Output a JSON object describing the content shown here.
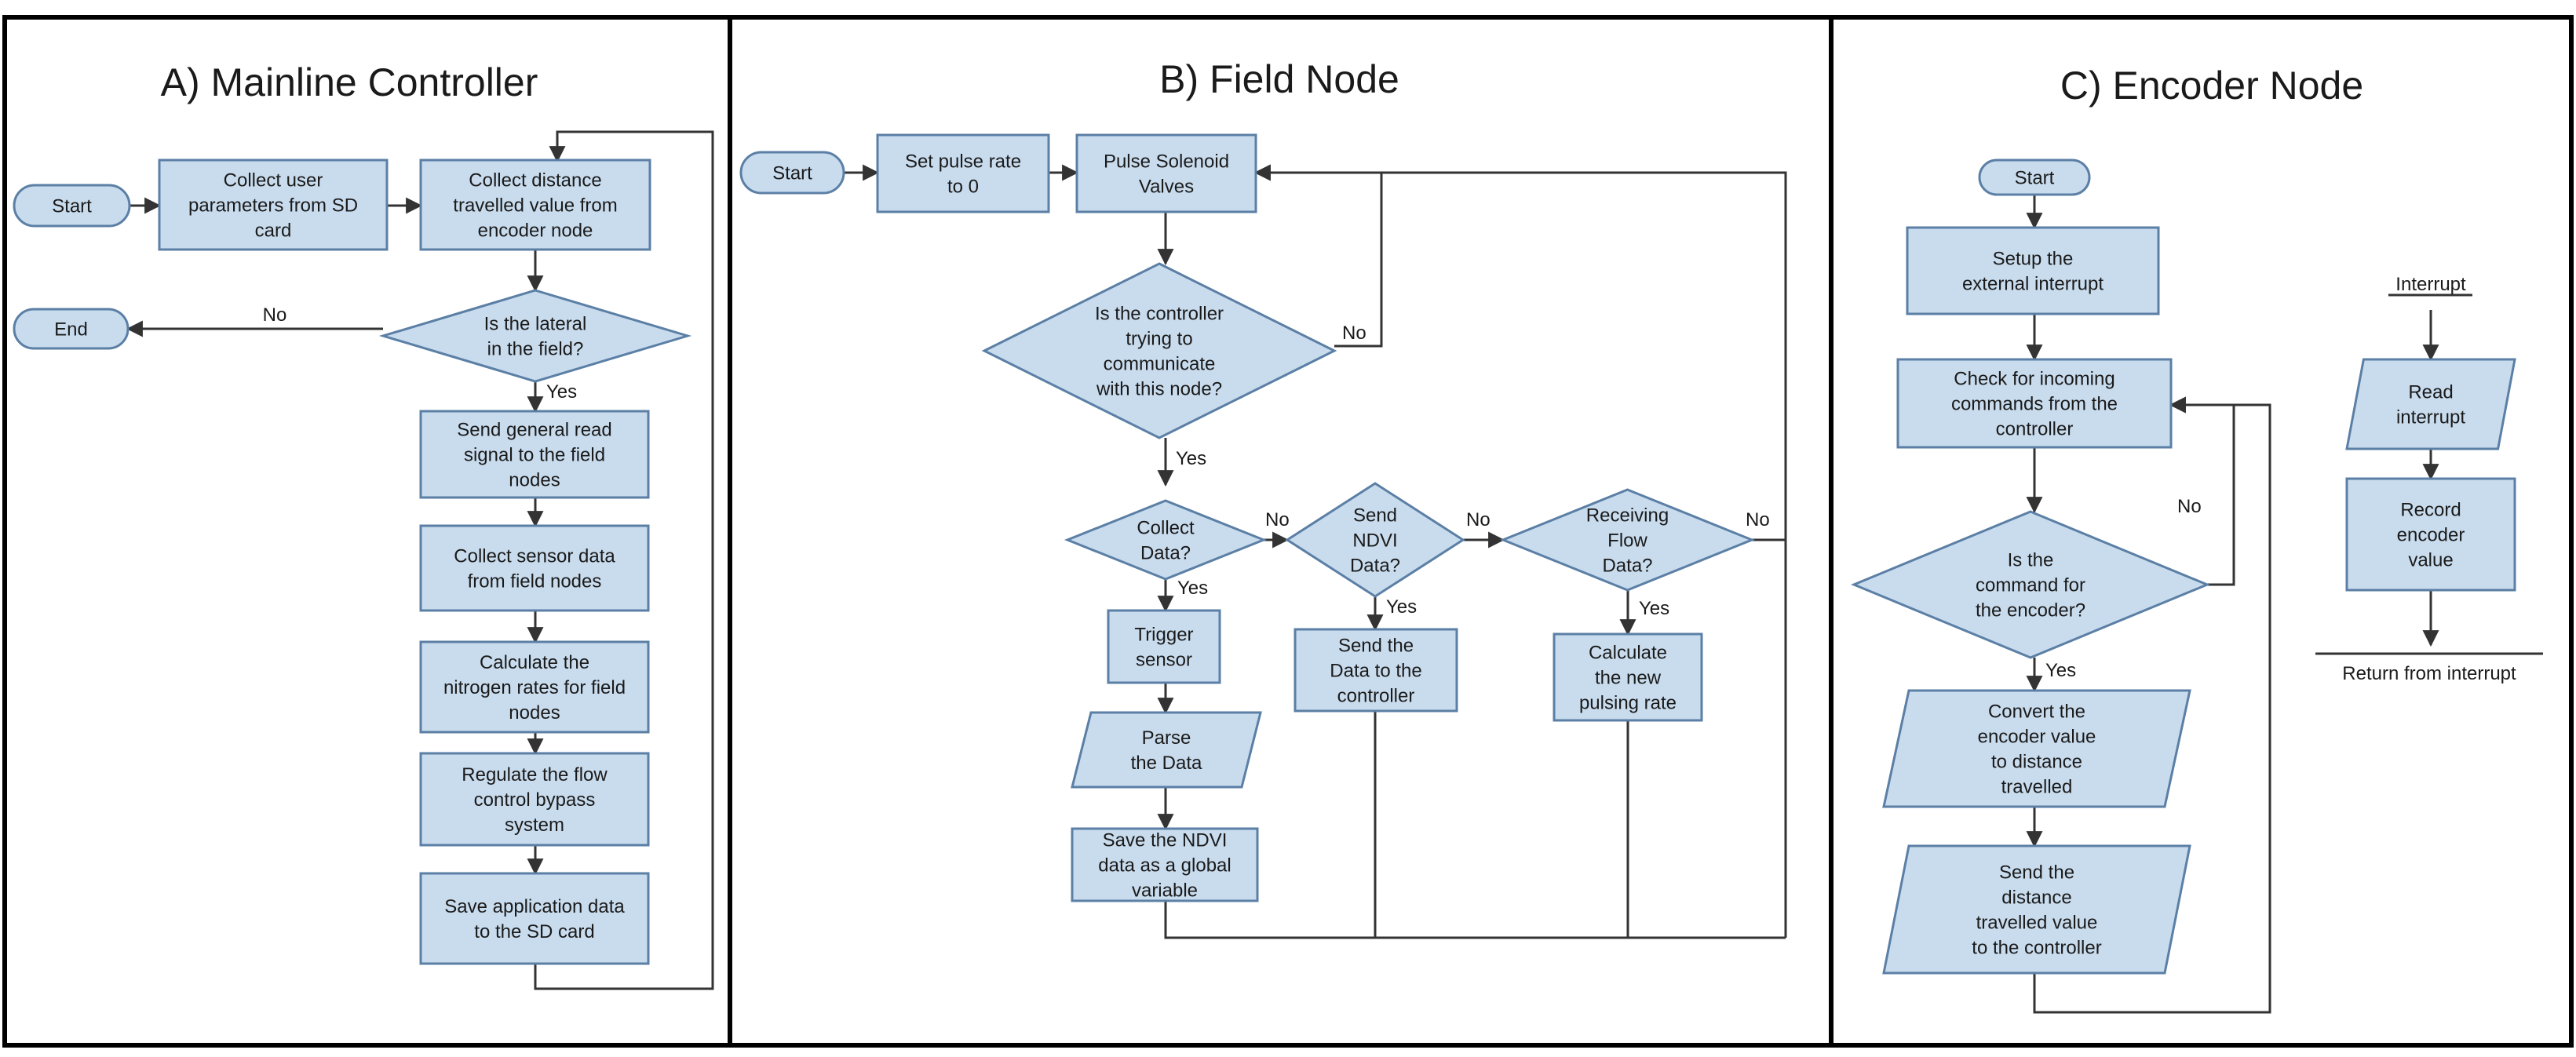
{
  "colors": {
    "shape_fill": "#c9dcee",
    "shape_stroke": "#5b7fa5",
    "edge": "#333333",
    "frame": "#000000"
  },
  "panels": {
    "a": {
      "title": "A) Mainline Controller"
    },
    "b": {
      "title": "B) Field Node"
    },
    "c": {
      "title": "C) Encoder Node"
    }
  },
  "nodes": {
    "a_start": {
      "shape": "terminal",
      "lines": [
        "Start"
      ]
    },
    "a_collect_params": {
      "shape": "process",
      "lines": [
        "Collect user",
        "parameters from SD",
        "card"
      ]
    },
    "a_collect_distance": {
      "shape": "process",
      "lines": [
        "Collect distance",
        "travelled value from",
        "encoder node"
      ]
    },
    "a_end": {
      "shape": "terminal",
      "lines": [
        "End"
      ]
    },
    "a_in_field": {
      "shape": "decision",
      "lines": [
        "Is the lateral",
        "in the field?"
      ]
    },
    "a_send_read": {
      "shape": "process",
      "lines": [
        "Send general read",
        "signal to the field",
        "nodes"
      ]
    },
    "a_collect_sensor": {
      "shape": "process",
      "lines": [
        "Collect sensor data",
        "from field nodes"
      ]
    },
    "a_calc_nitrogen": {
      "shape": "process",
      "lines": [
        "Calculate the",
        "nitrogen rates for field",
        "nodes"
      ]
    },
    "a_regulate": {
      "shape": "process",
      "lines": [
        "Regulate the flow",
        "control bypass",
        "system"
      ]
    },
    "a_save": {
      "shape": "process",
      "lines": [
        "Save application data",
        "to the SD card"
      ]
    },
    "b_start": {
      "shape": "terminal",
      "lines": [
        "Start"
      ]
    },
    "b_set_pulse": {
      "shape": "process",
      "lines": [
        "Set pulse rate",
        "to 0"
      ]
    },
    "b_pulse_valves": {
      "shape": "process",
      "lines": [
        "Pulse Solenoid",
        "Valves"
      ]
    },
    "b_communicate": {
      "shape": "decision",
      "lines": [
        "Is the controller",
        "trying to",
        "communicate",
        "with this node?"
      ]
    },
    "b_collect_data": {
      "shape": "decision",
      "lines": [
        "Collect",
        "Data?"
      ]
    },
    "b_send_ndvi": {
      "shape": "decision",
      "lines": [
        "Send",
        "NDVI",
        "Data?"
      ]
    },
    "b_receiving_flow": {
      "shape": "decision",
      "lines": [
        "Receiving",
        "Flow",
        "Data?"
      ]
    },
    "b_trigger": {
      "shape": "process",
      "lines": [
        "Trigger",
        "sensor"
      ]
    },
    "b_parse": {
      "shape": "io",
      "lines": [
        "Parse",
        "the Data"
      ]
    },
    "b_save_ndvi": {
      "shape": "process",
      "lines": [
        "Save the NDVI",
        "data as a global",
        "variable"
      ]
    },
    "b_send_data": {
      "shape": "process",
      "lines": [
        "Send the",
        "Data to the",
        "controller"
      ]
    },
    "b_calc_pulse": {
      "shape": "process",
      "lines": [
        "Calculate",
        "the new",
        "pulsing rate"
      ]
    },
    "c_start": {
      "shape": "terminal",
      "lines": [
        "Start"
      ]
    },
    "c_setup": {
      "shape": "process",
      "lines": [
        "Setup the",
        "external interrupt"
      ]
    },
    "c_check": {
      "shape": "process",
      "lines": [
        "Check for incoming",
        "commands from the",
        "controller"
      ]
    },
    "c_is_encoder": {
      "shape": "decision",
      "lines": [
        "Is the",
        "command for",
        "the encoder?"
      ]
    },
    "c_convert": {
      "shape": "io",
      "lines": [
        "Convert the",
        "encoder value",
        "to distance",
        "travelled"
      ]
    },
    "c_send_distance": {
      "shape": "io",
      "lines": [
        "Send the",
        "distance",
        "travelled value",
        "to the controller"
      ]
    },
    "c_read_int": {
      "shape": "io",
      "lines": [
        "Read",
        "interrupt"
      ]
    },
    "c_record": {
      "shape": "process",
      "lines": [
        "Record",
        "encoder",
        "value"
      ]
    }
  },
  "edges": [
    {
      "from": "a_start",
      "to": "a_collect_params"
    },
    {
      "from": "a_collect_params",
      "to": "a_collect_distance"
    },
    {
      "from": "a_collect_distance",
      "to": "a_in_field"
    },
    {
      "from": "a_in_field",
      "to": "a_end",
      "label": "No"
    },
    {
      "from": "a_in_field",
      "to": "a_send_read",
      "label": "Yes"
    },
    {
      "from": "a_send_read",
      "to": "a_collect_sensor"
    },
    {
      "from": "a_collect_sensor",
      "to": "a_calc_nitrogen"
    },
    {
      "from": "a_calc_nitrogen",
      "to": "a_regulate"
    },
    {
      "from": "a_regulate",
      "to": "a_save"
    },
    {
      "from": "a_save",
      "to": "a_collect_distance"
    },
    {
      "from": "b_start",
      "to": "b_set_pulse"
    },
    {
      "from": "b_set_pulse",
      "to": "b_pulse_valves"
    },
    {
      "from": "b_pulse_valves",
      "to": "b_communicate"
    },
    {
      "from": "b_communicate",
      "to": "b_pulse_valves",
      "label": "No"
    },
    {
      "from": "b_communicate",
      "to": "b_collect_data",
      "label": "Yes"
    },
    {
      "from": "b_collect_data",
      "to": "b_send_ndvi",
      "label": "No"
    },
    {
      "from": "b_collect_data",
      "to": "b_trigger",
      "label": "Yes"
    },
    {
      "from": "b_send_ndvi",
      "to": "b_receiving_flow",
      "label": "No"
    },
    {
      "from": "b_send_ndvi",
      "to": "b_send_data",
      "label": "Yes"
    },
    {
      "from": "b_receiving_flow",
      "to": "b_pulse_valves",
      "label": "No"
    },
    {
      "from": "b_receiving_flow",
      "to": "b_calc_pulse",
      "label": "Yes"
    },
    {
      "from": "b_trigger",
      "to": "b_parse"
    },
    {
      "from": "b_parse",
      "to": "b_save_ndvi"
    },
    {
      "from": "b_save_ndvi",
      "to": "b_pulse_valves"
    },
    {
      "from": "b_send_data",
      "to": "b_pulse_valves"
    },
    {
      "from": "b_calc_pulse",
      "to": "b_pulse_valves"
    },
    {
      "from": "c_start",
      "to": "c_setup"
    },
    {
      "from": "c_setup",
      "to": "c_check"
    },
    {
      "from": "c_check",
      "to": "c_is_encoder"
    },
    {
      "from": "c_is_encoder",
      "to": "c_check",
      "label": "No"
    },
    {
      "from": "c_is_encoder",
      "to": "c_convert",
      "label": "Yes"
    },
    {
      "from": "c_convert",
      "to": "c_send_distance"
    },
    {
      "from": "c_send_distance",
      "to": "c_check"
    },
    {
      "from": "c_read_int",
      "to": "c_record"
    }
  ],
  "labels": {
    "a_no": "No",
    "a_yes": "Yes",
    "b_no_comm": "No",
    "b_yes_comm": "Yes",
    "b_no_collect": "No",
    "b_yes_collect": "Yes",
    "b_no_ndvi": "No",
    "b_yes_ndvi": "Yes",
    "b_no_flow": "No",
    "b_yes_flow": "Yes",
    "c_no": "No",
    "c_yes": "Yes",
    "c_interrupt": "Interrupt",
    "c_return": "Return from interrupt"
  }
}
